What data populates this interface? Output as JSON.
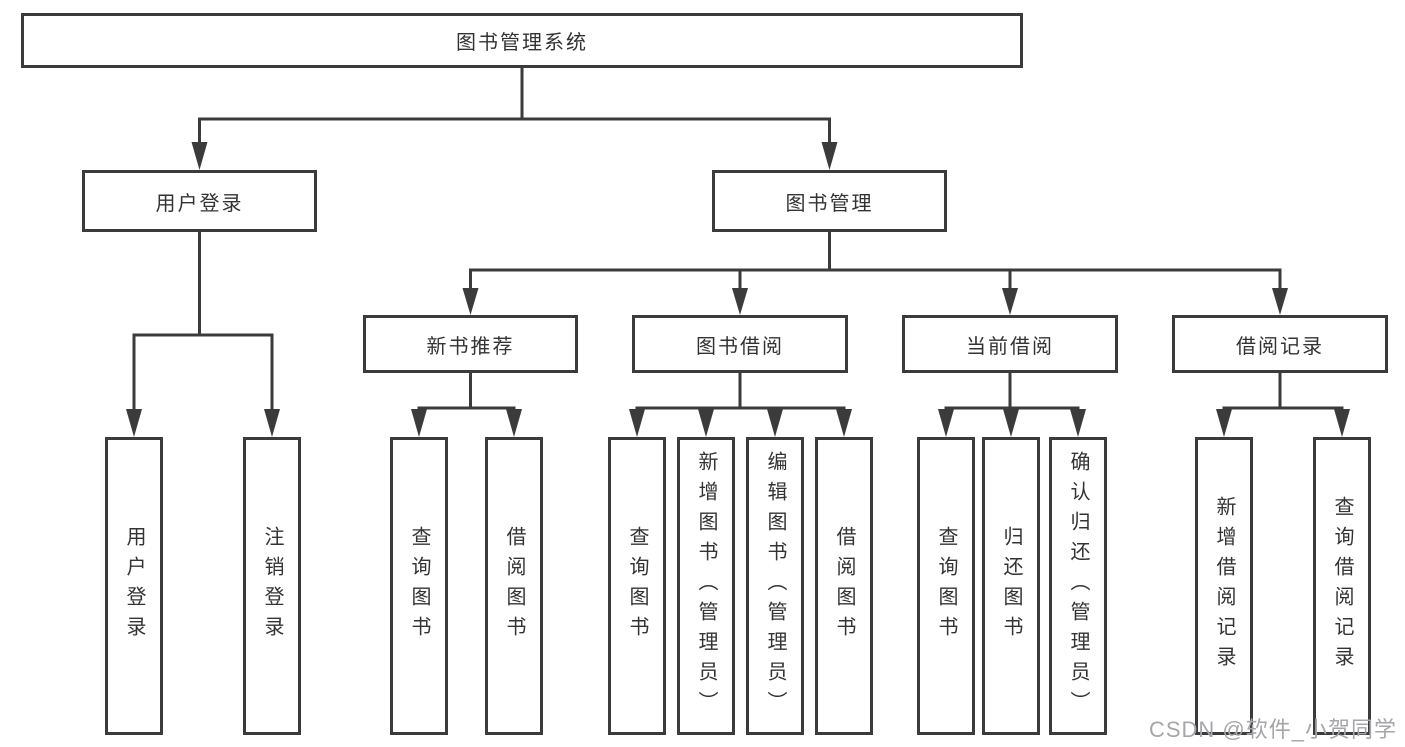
{
  "diagram": {
    "root": {
      "label": "图书管理系统"
    },
    "level2": [
      {
        "label": "用户登录"
      },
      {
        "label": "图书管理"
      }
    ],
    "level3": [
      {
        "label": "新书推荐"
      },
      {
        "label": "图书借阅"
      },
      {
        "label": "当前借阅"
      },
      {
        "label": "借阅记录"
      }
    ],
    "leaves": {
      "user_login": [
        "用户登录",
        "注销登录"
      ],
      "new_book_recommend": [
        "查询图书",
        "借阅图书"
      ],
      "book_borrowing": [
        "查询图书",
        "新增图书（管理员）",
        "编辑图书（管理员）",
        "借阅图书"
      ],
      "current_borrowing": [
        "查询图书",
        "归还图书",
        "确认归还（管理员）"
      ],
      "borrowing_records": [
        "新增借阅记录",
        "查询借阅记录"
      ]
    },
    "watermark": "CSDN @软件_小贺同学",
    "colors": {
      "line": "#3b3b3b",
      "text": "#333333",
      "watermark": "#a6a6aa",
      "background": "#ffffff"
    }
  }
}
